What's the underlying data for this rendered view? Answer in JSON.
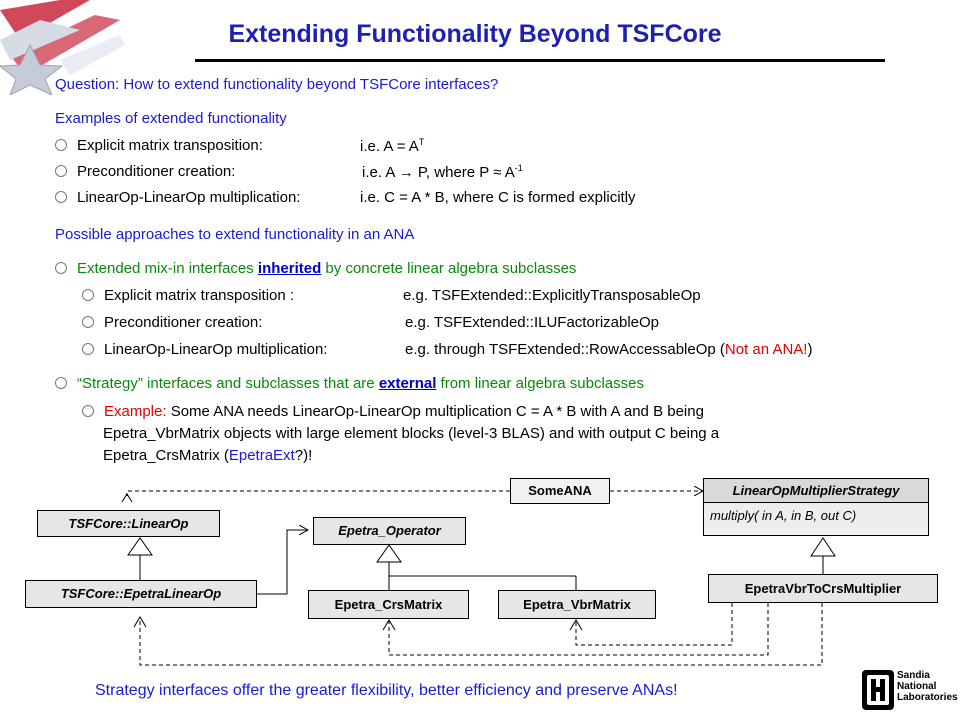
{
  "title": "Extending Functionality Beyond TSFCore",
  "question": "Question: How to extend functionality beyond TSFCore interfaces?",
  "examples_heading": "Examples of extended functionality",
  "examples": [
    {
      "label": "Explicit matrix transposition:",
      "detail": "i.e. A = A",
      "sup": "T",
      "tail": ""
    },
    {
      "label": "Preconditioner creation:",
      "detail": "i.e. A → P, where P ≈ A",
      "sup": "-1",
      "tail": ""
    },
    {
      "label": "LinearOp-LinearOp multiplication:",
      "detail": "i.e. C = A * B, where C is formed explicitly",
      "sup": "",
      "tail": ""
    }
  ],
  "approaches_heading": "Possible approaches to extend functionality in an ANA",
  "approach1": {
    "pre": "Extended mix-in interfaces ",
    "key": "inherited",
    "post": " by concrete linear algebra subclasses",
    "items": [
      {
        "label": "Explicit matrix transposition :",
        "detail": "e.g. TSFExtended::ExplicitlyTransposableOp"
      },
      {
        "label": "Preconditioner creation:",
        "detail": "e.g. TSFExtended::ILUFactorizableOp"
      },
      {
        "label": "LinearOp-LinearOp multiplication:",
        "detail": "e.g. through TSFExtended::RowAccessableOp (",
        "red": "Not an ANA!",
        "close": ")"
      }
    ]
  },
  "approach2": {
    "pre": "“Strategy” interfaces and subclasses that are ",
    "key": "external",
    "post": " from linear algebra subclasses",
    "example_label": "Example:",
    "example_lines": [
      " Some ANA needs LinearOp-LinearOp multiplication C = A * B with A and B being",
      "Epetra_VbrMatrix objects with large element blocks (level-3 BLAS) and with output C being a",
      "Epetra_CrsMatrix ("
    ],
    "epetraext": "EpetraExt",
    "example_end": "?)!"
  },
  "diagram": {
    "someana": "SomeANA",
    "strategy_name": "LinearOpMultiplierStrategy",
    "strategy_method": "multiply( in A, in B, out C)",
    "linearop": "TSFCore::LinearOp",
    "epetra_linearop": "TSFCore::EpetraLinearOp",
    "epetra_operator": "Epetra_Operator",
    "crs": "Epetra_CrsMatrix",
    "vbr": "Epetra_VbrMatrix",
    "multiplier": "EpetraVbrToCrsMultiplier"
  },
  "footer": "Strategy interfaces offer the greater flexibility, better efficiency and preserve ANAs!",
  "sandia_lines": [
    "Sandia",
    "National",
    "Laboratories"
  ],
  "colors": {
    "title": "#1f1fb0",
    "blue": "#1a1ad6",
    "green": "#0a8a0a",
    "red": "#e00000"
  }
}
